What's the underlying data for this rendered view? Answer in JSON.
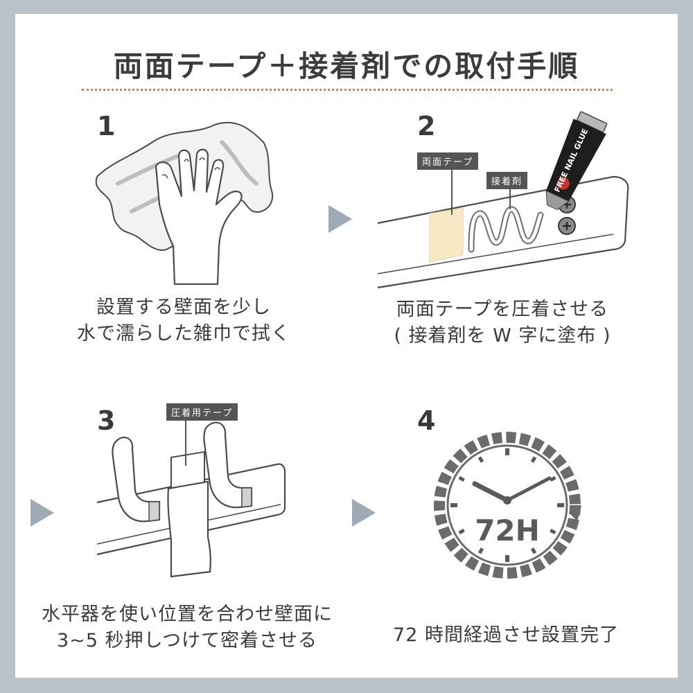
{
  "title": "両面テープ＋接着剤での取付手順",
  "steps": [
    {
      "number": "1",
      "caption_lines": [
        "設置する壁面を少し",
        "水で濡らした雑巾で拭く"
      ]
    },
    {
      "number": "2",
      "caption_lines": [
        "両面テープを圧着させる",
        "( 接着剤を W 字に塗布 )"
      ],
      "labels": {
        "tape": "両面テープ",
        "glue": "接着剤"
      },
      "product_text": "FREE NAIL GLUE"
    },
    {
      "number": "3",
      "caption_lines": [
        "水平器を使い位置を合わせ壁面に",
        "3~5 秒押しつけて密着させる"
      ],
      "labels": {
        "press_tape": "圧着用テープ"
      }
    },
    {
      "number": "4",
      "caption_lines": [
        "72 時間経過させ設置完了"
      ],
      "clock_text": "72H"
    }
  ],
  "colors": {
    "background": "#b9c1c9",
    "panel": "#ffffff",
    "accent_rule": "#c8845a",
    "arrow": "#9eabb6",
    "tape": "#f6e9c3",
    "clock": "#6b6b6b"
  },
  "icons": [
    "cloth-hand-icon",
    "glue-tube-icon",
    "hook-rail-icon",
    "clock-icon",
    "step-arrow-icon"
  ]
}
